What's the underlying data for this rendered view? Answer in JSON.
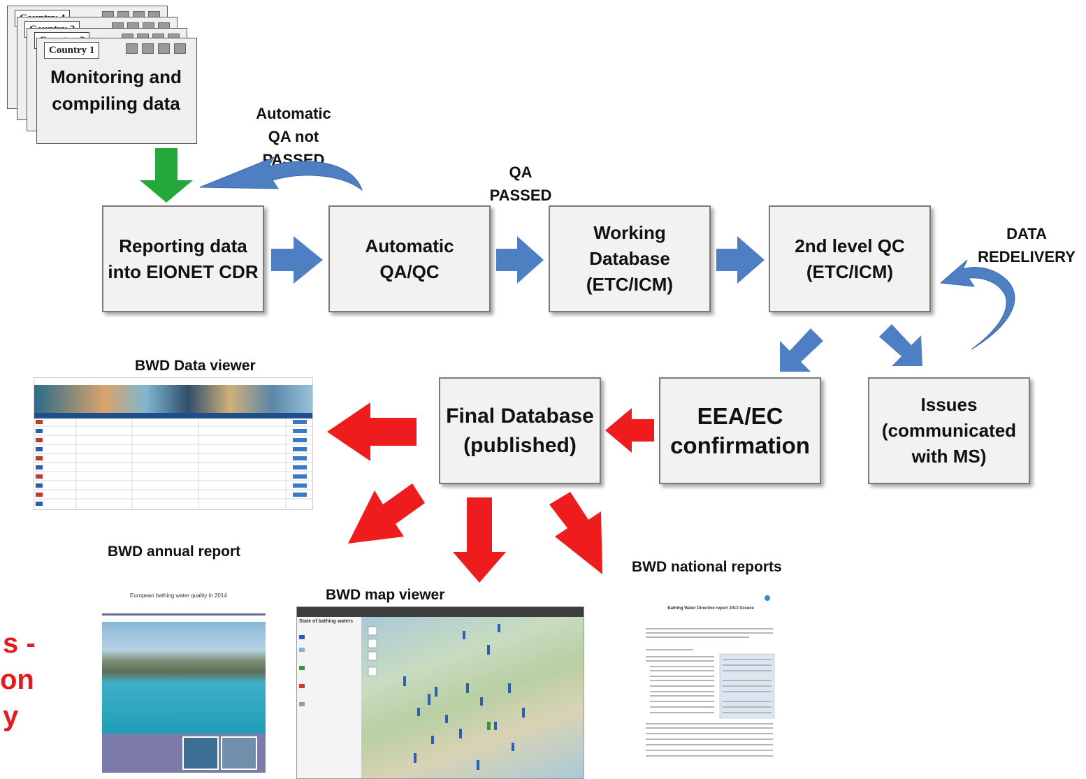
{
  "countries": [
    "Country 4",
    "Country 3",
    "Country 2",
    "Country 1"
  ],
  "boxes": {
    "monitoring": "Monitoring and compiling data",
    "reporting": "Reporting data into EIONET CDR",
    "auto_qa": "Automatic QA/QC",
    "working_db": "Working Database (ETC/ICM)",
    "second_qc": "2nd level QC (ETC/ICM)",
    "final_db": "Final Database (published)",
    "eea_ec": "EEA/EC confirmation",
    "issues": "Issues (communicated with MS)"
  },
  "labels": {
    "qa_not_passed": "Automatic QA not PASSED",
    "qa_passed": "QA PASSED",
    "redelivery": "DATA REDELIVERY"
  },
  "outputs": {
    "data_viewer": "BWD Data viewer",
    "annual_report": "BWD annual report",
    "map_viewer": "BWD map viewer",
    "national_reports": "BWD national reports"
  },
  "annual_report_subtitle": "European bathing water quality in 2014",
  "national_report_title": "Bathing Water Directive report 2013 Greece",
  "map_legend_title": "State of bathing waters",
  "left_red_text": [
    "s -",
    "on",
    "y"
  ],
  "colors": {
    "box_fill": "#f2f2f2",
    "blue_arrow": "#4f7fc3",
    "green_arrow": "#22a93a",
    "red_arrow": "#ee1c1c"
  }
}
